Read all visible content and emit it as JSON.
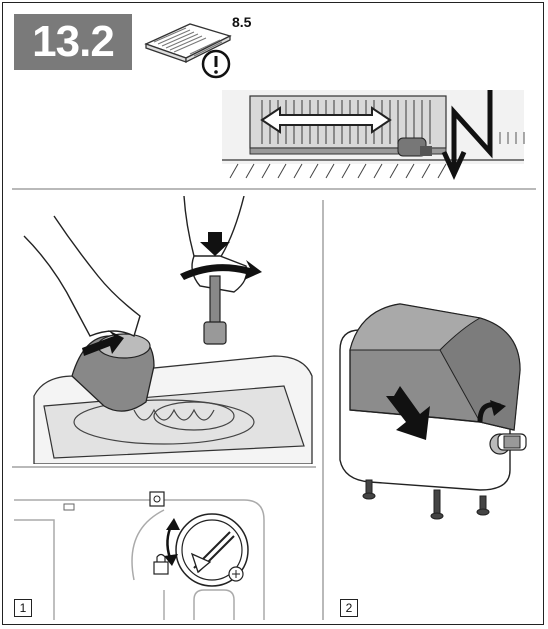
{
  "section": {
    "number": "13.2"
  },
  "manual_reference": {
    "page_ref": "8.5",
    "icon": "manual-warning-icon"
  },
  "panels": [
    {
      "label": "1"
    },
    {
      "label": "2"
    }
  ],
  "colors": {
    "badge_bg": "#7a7a7a",
    "line": "#222222",
    "divider": "#b9b9b9",
    "housing": "#8c8c8c"
  }
}
